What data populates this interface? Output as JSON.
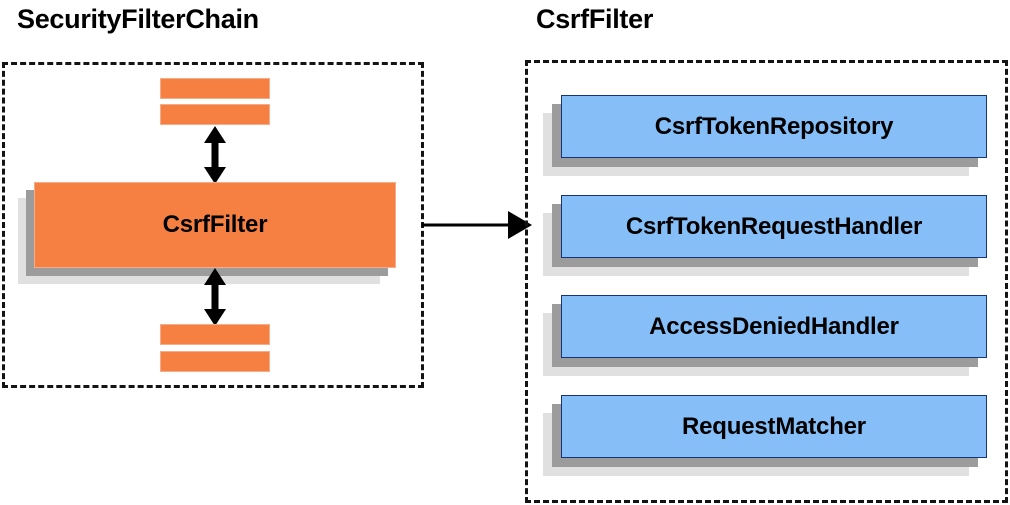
{
  "diagram": {
    "type": "architecture-block-diagram",
    "background": "#ffffff",
    "colors": {
      "orange_fill": "#f58041",
      "orange_border": "#f5ac89",
      "blue_fill": "#86bff7",
      "blue_border": "#17337a",
      "shadow_near": "#9c9c9c",
      "shadow_far": "#e0e0e0",
      "dashed_border": "#141414",
      "arrow": "#000000",
      "text": "#000000"
    },
    "panels": [
      {
        "id": "security-filter-chain",
        "title": "SecurityFilterChain",
        "blocks": [
          {
            "id": "filter-slot-1",
            "label": "",
            "style": "orange-bar"
          },
          {
            "id": "filter-slot-2",
            "label": "",
            "style": "orange-bar"
          },
          {
            "id": "csrf-filter",
            "label": "CsrfFilter",
            "style": "orange-card"
          },
          {
            "id": "filter-slot-3",
            "label": "",
            "style": "orange-bar"
          },
          {
            "id": "filter-slot-4",
            "label": "",
            "style": "orange-bar"
          }
        ],
        "connectors": [
          {
            "id": "chain-up",
            "from": "csrf-filter",
            "to": "filter-slot-2",
            "kind": "double-headed-vertical"
          },
          {
            "id": "chain-down",
            "from": "csrf-filter",
            "to": "filter-slot-3",
            "kind": "double-headed-vertical"
          }
        ]
      },
      {
        "id": "csrf-filter-detail",
        "title": "CsrfFilter",
        "blocks": [
          {
            "id": "csrf-token-repository",
            "label": "CsrfTokenRepository",
            "style": "blue-card"
          },
          {
            "id": "csrf-token-request-handler",
            "label": "CsrfTokenRequestHandler",
            "style": "blue-card"
          },
          {
            "id": "access-denied-handler",
            "label": "AccessDeniedHandler",
            "style": "blue-card"
          },
          {
            "id": "request-matcher",
            "label": "RequestMatcher",
            "style": "blue-card"
          }
        ]
      }
    ],
    "cross_connector": {
      "id": "expand-arrow",
      "from": "security-filter-chain",
      "to": "csrf-filter-detail",
      "kind": "single-headed-horizontal"
    }
  }
}
